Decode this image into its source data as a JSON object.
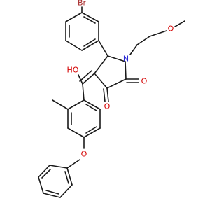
{
  "structure": {
    "atom_labels": [
      {
        "id": "br",
        "text": "Br",
        "element": "Br"
      },
      {
        "id": "o-me",
        "text": "O",
        "element": "O"
      },
      {
        "id": "n1",
        "text": "N",
        "element": "N"
      },
      {
        "id": "o-c2",
        "text": "O",
        "element": "O"
      },
      {
        "id": "o-c3",
        "text": "O",
        "element": "O"
      },
      {
        "id": "oh",
        "text": "HO",
        "element": "O"
      },
      {
        "id": "o-bn",
        "text": "O",
        "element": "O"
      }
    ]
  },
  "colors": {
    "bond": "#1a1a1a",
    "Br": "#a62929",
    "O": "#d40000",
    "N": "#2b2bd4"
  }
}
